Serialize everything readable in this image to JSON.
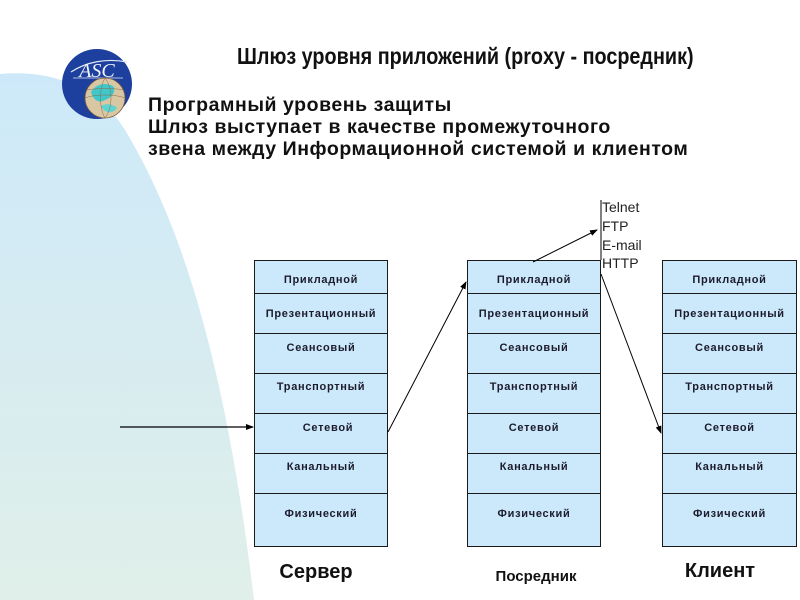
{
  "title": "Шлюз уровня приложений (proxy - посредник)",
  "subtitle_lines": [
    "Програмный уровень защиты",
    "Шлюз выступает в качестве промежуточного",
    "звена между Информационной системой и клиентом"
  ],
  "logo": {
    "text": "ASC",
    "icon": "globe-logo"
  },
  "protocols": [
    "Telnet",
    "FTP",
    "E-mail",
    "HTTP"
  ],
  "stacks": [
    {
      "name": "Сервер",
      "layers": [
        "Прикладной",
        "Презентационный",
        "Сеансовый",
        "Транспортный",
        "Сетевой",
        "Канальный",
        "Физический"
      ]
    },
    {
      "name": "Посредник",
      "layers": [
        "Прикладной",
        "Презентационный",
        "Сеансовый",
        "Транспортный",
        "Сетевой",
        "Канальный",
        "Физический"
      ]
    },
    {
      "name": "Клиент",
      "layers": [
        "Прикладной",
        "Презентационный",
        "Сеансовый",
        "Транспортный",
        "Сетевой",
        "Канальный",
        "Физический"
      ]
    }
  ],
  "colors": {
    "layer_fill": "#cce9fb",
    "background_shape_top": "#cde9f9",
    "background_shape_bottom": "#e0efe9",
    "logo_blue": "#1d3f9e",
    "text": "#111111"
  }
}
